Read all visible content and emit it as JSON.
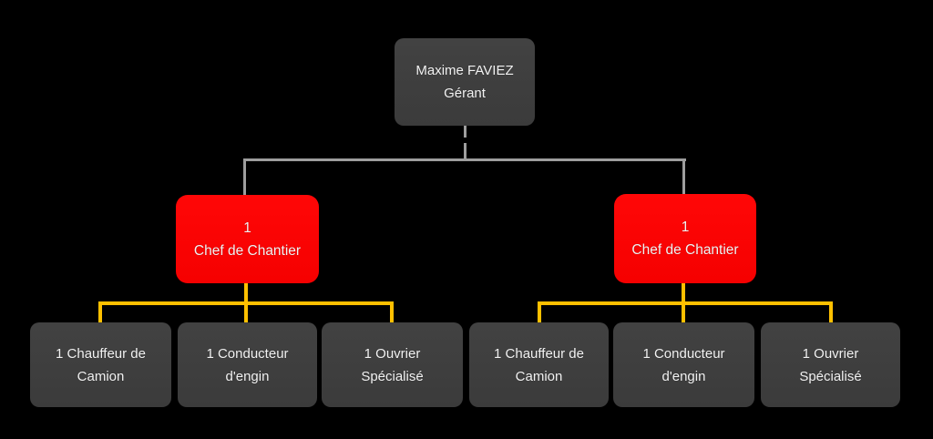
{
  "colors": {
    "canvas_bg": "#000000",
    "node_dark": "#3e3e3e",
    "node_red": "#fe0000",
    "line_gray": "#9e9e9e",
    "line_orange": "#ffc000",
    "text_color": "#f2f2f2"
  },
  "nodes": {
    "root": {
      "line1": "Maxime FAVIEZ",
      "line2": "Gérant"
    },
    "managers": [
      {
        "line1": "1",
        "line2": "Chef de Chantier"
      },
      {
        "line1": "1",
        "line2": "Chef de Chantier"
      }
    ],
    "workers": [
      {
        "line1": "1 Chauffeur de",
        "line2": "Camion"
      },
      {
        "line1": "1 Conducteur",
        "line2": "d'engin"
      },
      {
        "line1": "1 Ouvrier",
        "line2": "Spécialisé"
      },
      {
        "line1": "1 Chauffeur de",
        "line2": "Camion"
      },
      {
        "line1": "1 Conducteur",
        "line2": "d'engin"
      },
      {
        "line1": "1 Ouvrier",
        "line2": "Spécialisé"
      }
    ]
  }
}
